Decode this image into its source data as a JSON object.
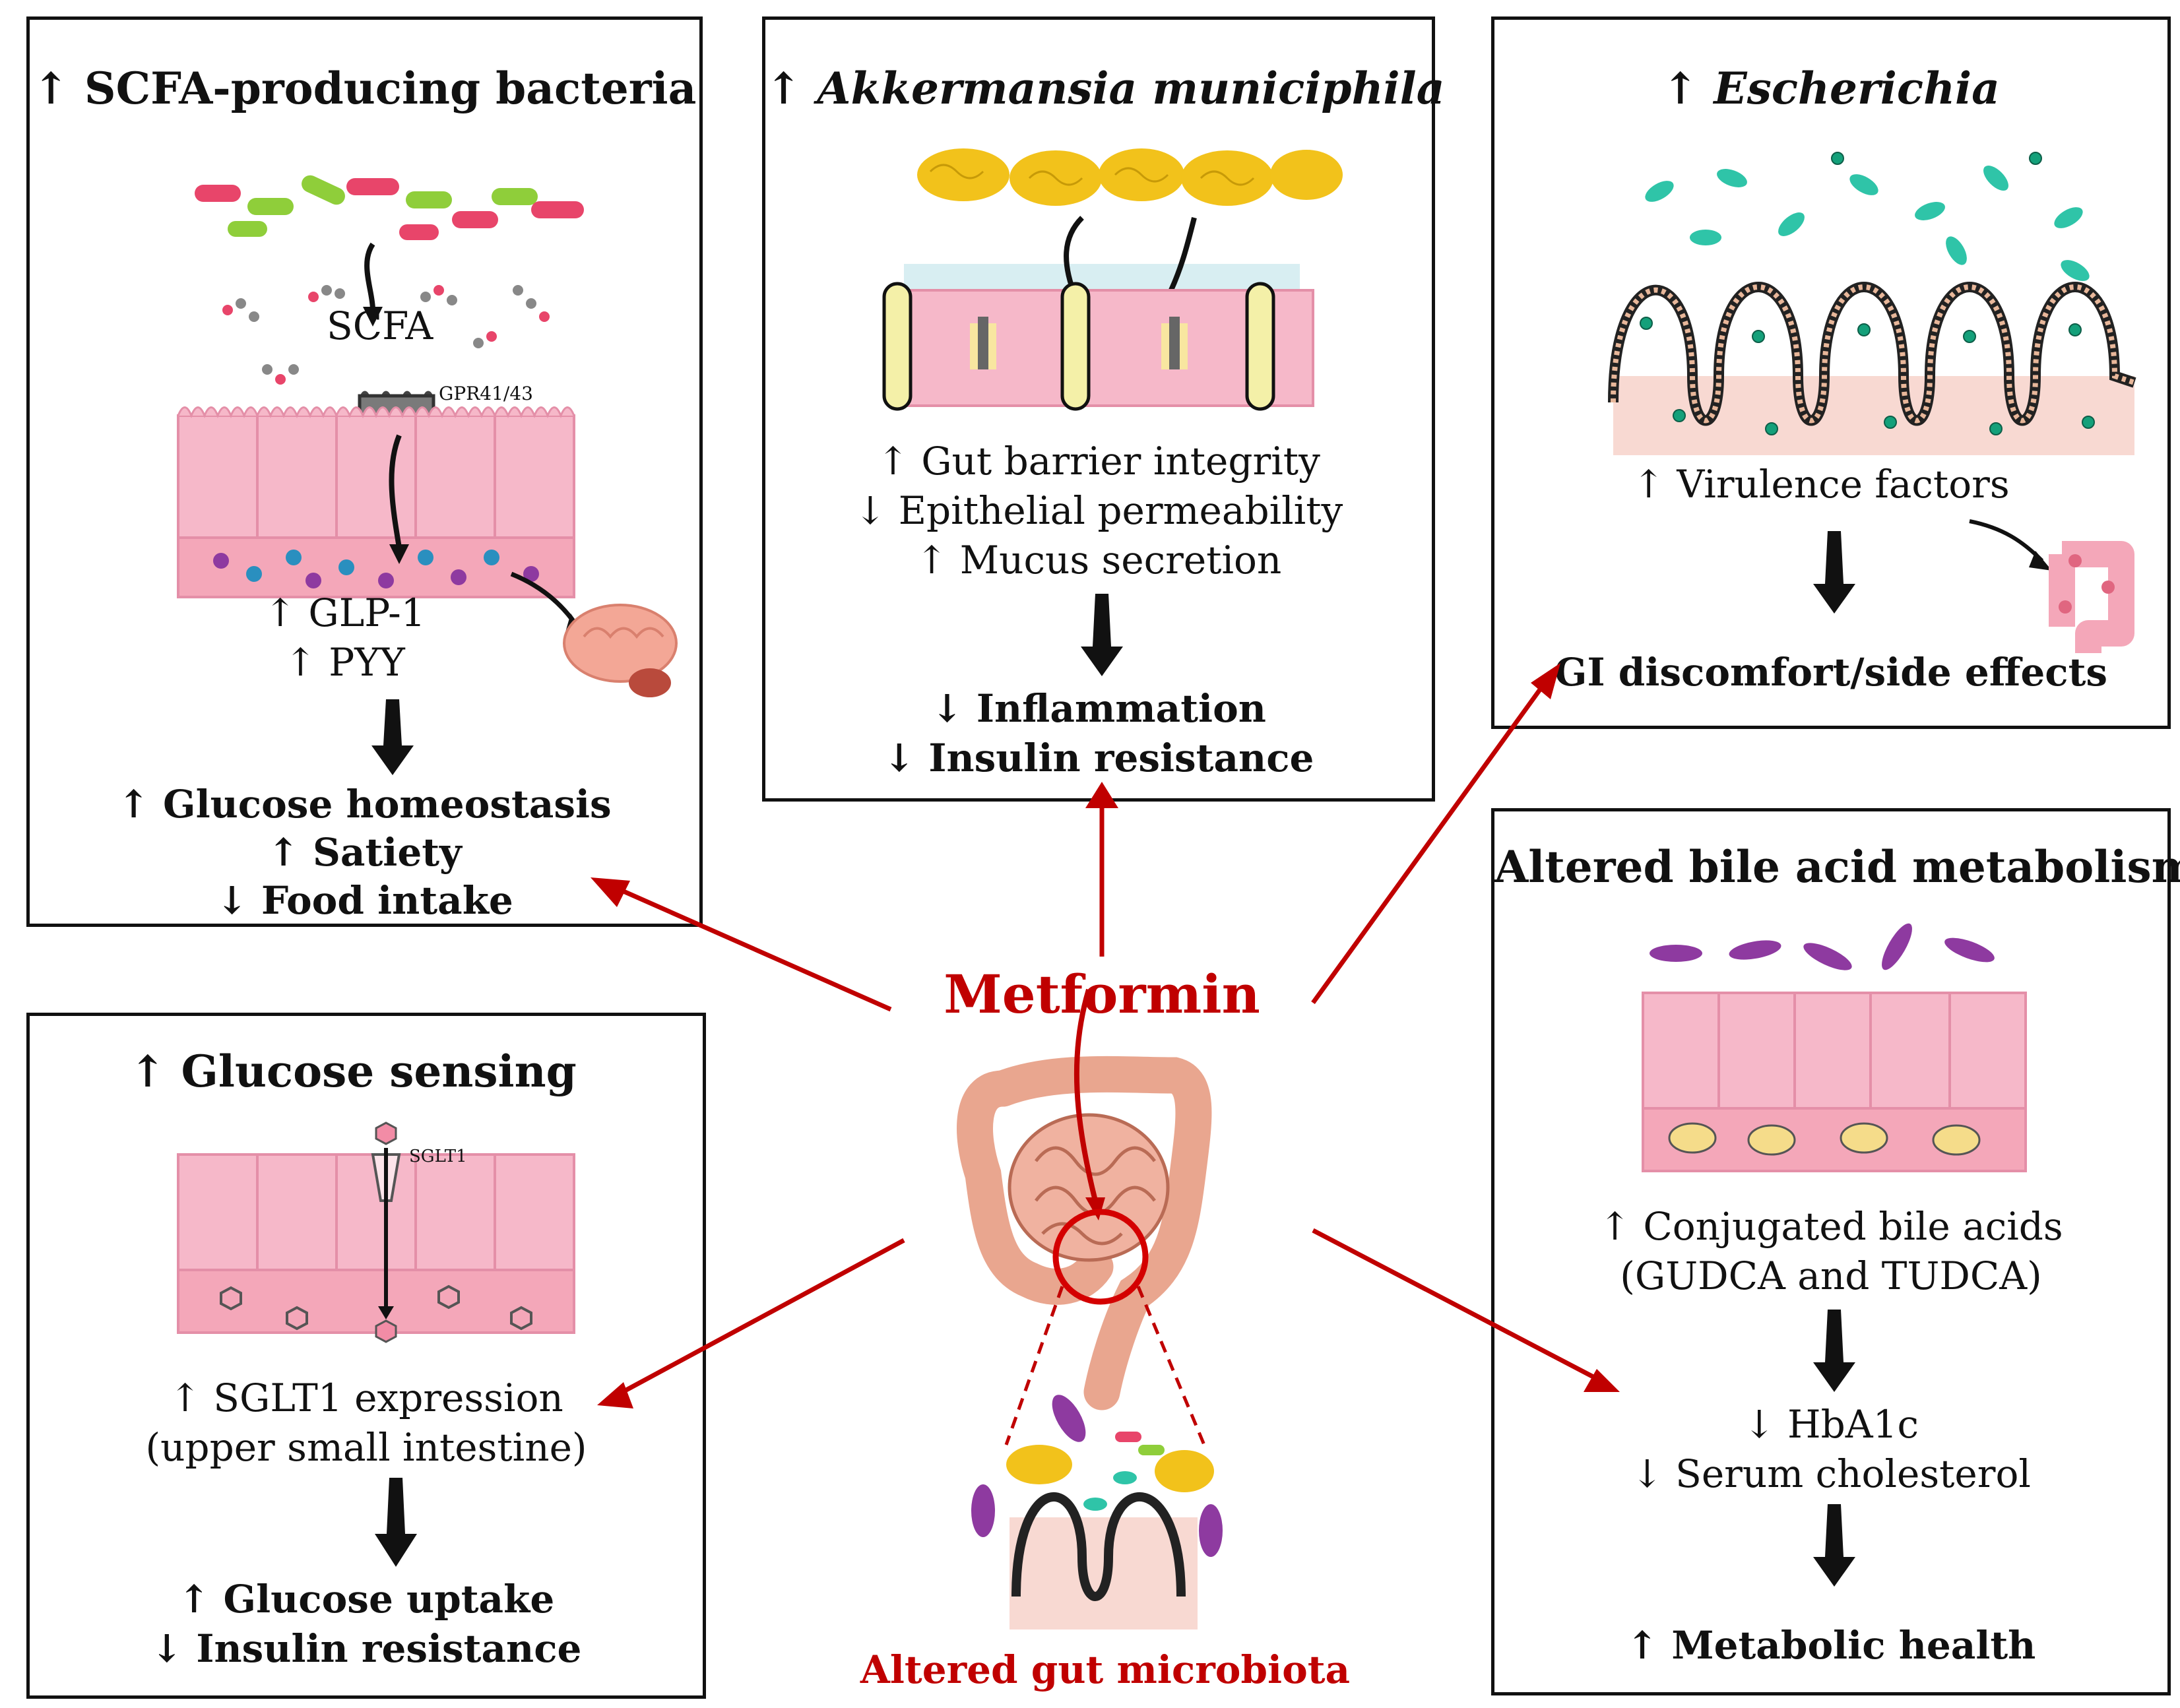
{
  "center": {
    "title": "Metformin",
    "footer": "Altered gut microbiota"
  },
  "panels": {
    "scfa": {
      "title": "↑ SCFA-producing bacteria",
      "scfa_label": "SCFA",
      "receptor_label": "GPR41/43",
      "effects": [
        "↑ GLP-1",
        "↑ PYY"
      ],
      "outcomes": [
        "↑ Glucose homeostasis",
        "↑ Satiety",
        "↓ Food intake"
      ]
    },
    "akkermansia": {
      "title_arrow": "↑",
      "title_name": "Akkermansia municiphila",
      "effects": [
        "↑ Gut barrier integrity",
        "↓ Epithelial permeability",
        "↑ Mucus secretion"
      ],
      "outcomes": [
        "↓ Inflammation",
        "↓ Insulin resistance"
      ]
    },
    "escherichia": {
      "title_arrow": "↑",
      "title_name": "Escherichia",
      "effects": [
        "↑ Virulence factors"
      ],
      "outcomes": [
        "GI discomfort/side effects"
      ]
    },
    "glucose": {
      "title": "↑ Glucose sensing",
      "transporter_label": "SGLT1",
      "effects": [
        "↑ SGLT1 expression",
        "(upper small intestine)"
      ],
      "outcomes": [
        "↑ Glucose uptake",
        "↓ Insulin resistance"
      ]
    },
    "bile": {
      "title": "Altered bile acid metabolism",
      "effects": [
        "↑ Conjugated bile acids",
        "(GUDCA and TUDCA)"
      ],
      "mid": [
        "↓ HbA1c",
        "↓ Serum cholesterol"
      ],
      "outcomes": [
        "↑ Metabolic health"
      ]
    }
  },
  "colors": {
    "accent": "#c00000",
    "epithelium": "#f6b8c9",
    "epithelium_dark": "#e48fa8",
    "bacteria_yellow": "#f2c21b",
    "bacteria_teal": "#2fc4a8",
    "bacteria_purple": "#8e3aa0"
  }
}
